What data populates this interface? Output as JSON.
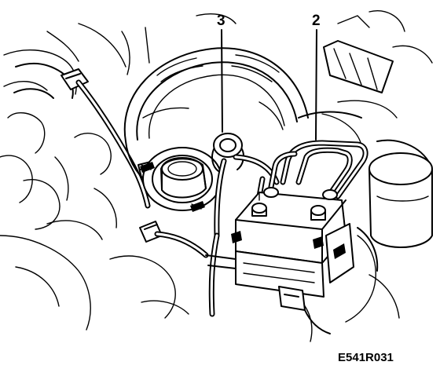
{
  "callouts": {
    "brake_lines": "2",
    "vacuum_hose_connection": "3"
  },
  "figure_code": "E541R031",
  "colors": {
    "line": "#000000",
    "background": "#ffffff"
  }
}
